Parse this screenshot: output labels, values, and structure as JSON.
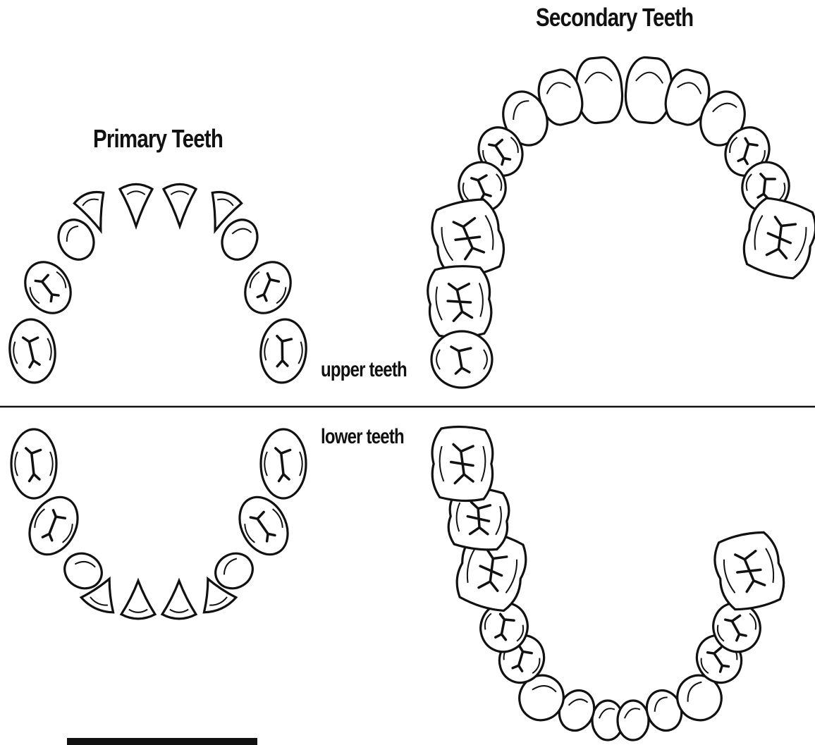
{
  "diagram": {
    "title_primary": "Primary Teeth",
    "title_secondary": "Secondary Teeth",
    "label_upper": "upper teeth",
    "label_lower": "lower teeth",
    "colors": {
      "stroke": "#111111",
      "fill": "#ffffff",
      "background": "#ffffff"
    },
    "arches": [
      {
        "name": "primary-upper",
        "tooth_count": 10
      },
      {
        "name": "primary-lower",
        "tooth_count": 10
      },
      {
        "name": "secondary-upper",
        "tooth_count": 14
      },
      {
        "name": "secondary-lower",
        "tooth_count": 14
      }
    ]
  }
}
